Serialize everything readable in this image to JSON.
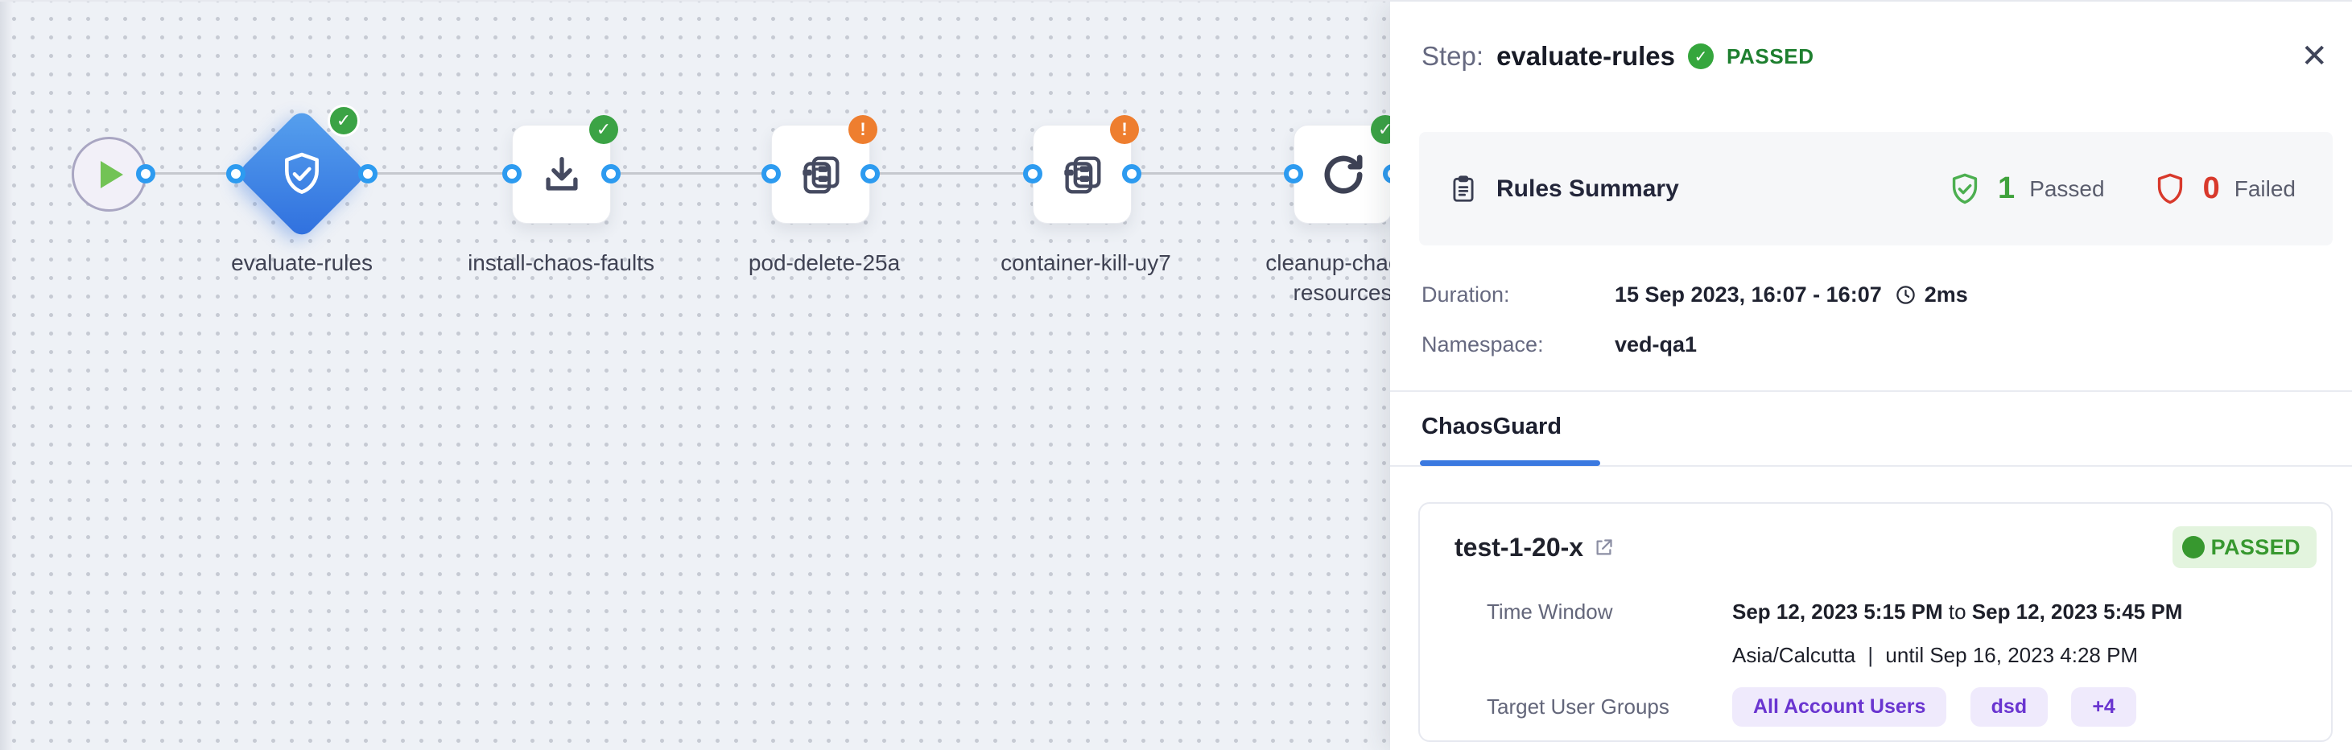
{
  "canvas": {
    "nodes": [
      {
        "id": "start",
        "icon": "play-icon",
        "label": ""
      },
      {
        "id": "evaluate-rules",
        "icon": "shield-check-icon",
        "label": "evaluate-rules",
        "status": "passed"
      },
      {
        "id": "install-chaos-faults",
        "icon": "download-icon",
        "label": "install-chaos-faults",
        "status": "passed"
      },
      {
        "id": "pod-delete-25a",
        "icon": "chaos-fault-icon",
        "label": "pod-delete-25a",
        "status": "warning"
      },
      {
        "id": "container-kill-uy7",
        "icon": "chaos-fault-icon",
        "label": "container-kill-uy7",
        "status": "warning"
      },
      {
        "id": "cleanup-chaos-resources",
        "icon": "refresh-icon",
        "label": "cleanup-chaos-resources",
        "status": "passed"
      }
    ]
  },
  "panel": {
    "header": {
      "prefix": "Step:",
      "title": "evaluate-rules",
      "status": "PASSED",
      "close": "✕"
    },
    "rules_summary": {
      "title": "Rules Summary",
      "passed_count": "1",
      "passed_label": "Passed",
      "failed_count": "0",
      "failed_label": "Failed"
    },
    "meta": {
      "duration_label": "Duration:",
      "duration_value": "15 Sep 2023, 16:07 - 16:07",
      "duration_time": "2ms",
      "namespace_label": "Namespace:",
      "namespace_value": "ved-qa1"
    },
    "tab": {
      "label": "ChaosGuard"
    },
    "card": {
      "title": "test-1-20-x",
      "status": "PASSED",
      "time_window_label": "Time Window",
      "time_from": "Sep 12, 2023 5:15 PM",
      "time_join": "to",
      "time_to": "Sep 12, 2023 5:45 PM",
      "timezone": "Asia/Calcutta",
      "pipe": "|",
      "until": "until Sep 16, 2023 4:28 PM",
      "groups_label": "Target User Groups",
      "groups": [
        "All Account Users",
        "dsd",
        "+4"
      ]
    }
  },
  "colors": {
    "accent_blue": "#2d9bf0",
    "node_blue_gradient": [
      "#57a1ee",
      "#2f6fde"
    ],
    "success_green": "#3ba345",
    "warning_orange": "#ee7e2f",
    "failed_red": "#d8392c",
    "tab_blue": "#3b79e0",
    "pill_purple_text": "#6a35d0",
    "pill_purple_bg": "#efeafc",
    "canvas_bg": "#eef1f6"
  }
}
